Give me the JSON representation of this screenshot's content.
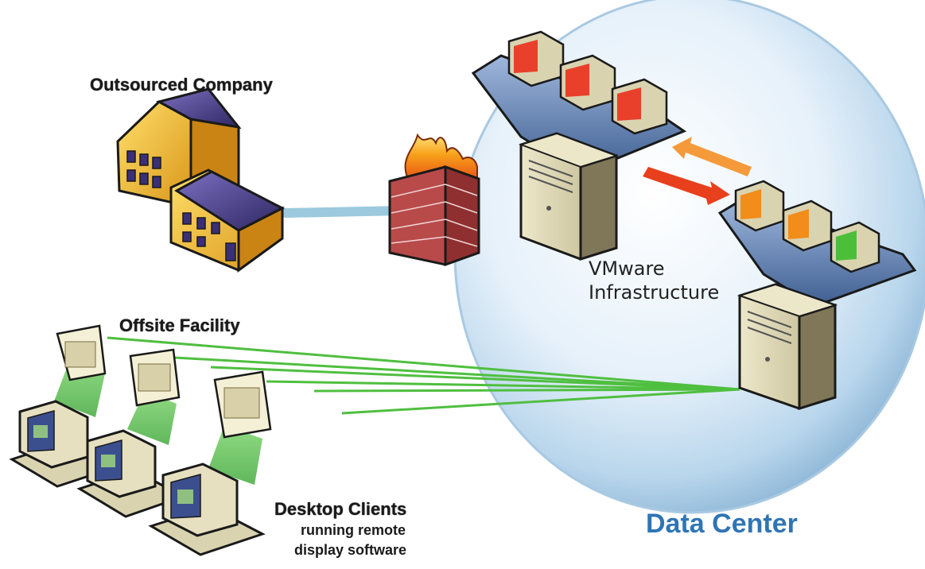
{
  "labels": {
    "outsourced_company": "Outsourced Company",
    "offsite_facility": "Offsite Facility",
    "vmware_line1": "VMware",
    "vmware_line2": "Infrastructure",
    "data_center": "Data Center",
    "desktop_title": "Desktop Clients",
    "desktop_line2": "running remote",
    "desktop_line3": "display software"
  },
  "colors": {
    "data_center_label": "#2f75b5",
    "datacenter_sphere": "#cfe4f4",
    "link_line": "#9cc9dd",
    "green_link": "#4fbf3f",
    "firewall_brick": "#b94a4a",
    "flame": "#f08a1c",
    "server_case": "#d9d3b0",
    "host_platform": "#6f8fc0",
    "building_wall": "#f2c230",
    "building_roof": "#4b3f8a",
    "arrow_orange": "#f59a3a",
    "arrow_red": "#e8401c",
    "screen_red": "#e8402a",
    "screen_orange": "#f28c1a",
    "screen_green": "#4cbf3a"
  },
  "icons": {
    "building": "building-icon",
    "firewall": "firewall-icon",
    "server": "server-icon",
    "desktop": "desktop-icon"
  }
}
